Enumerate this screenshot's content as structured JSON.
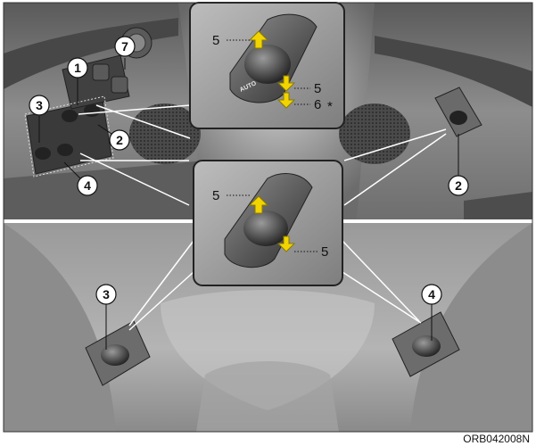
{
  "figure_code": "ORB042008N",
  "switch_label": "AUTO",
  "markers": {
    "n1": "1",
    "n2": "2",
    "n3": "3",
    "n4": "4",
    "n7": "7"
  },
  "callouts": {
    "up": "5",
    "down": "5",
    "auto_down": "6",
    "asterisk": "*"
  },
  "colors": {
    "arrow_yellow": "#f2d400",
    "arrow_outline": "#8a7a00",
    "panel_border": "#222222"
  }
}
